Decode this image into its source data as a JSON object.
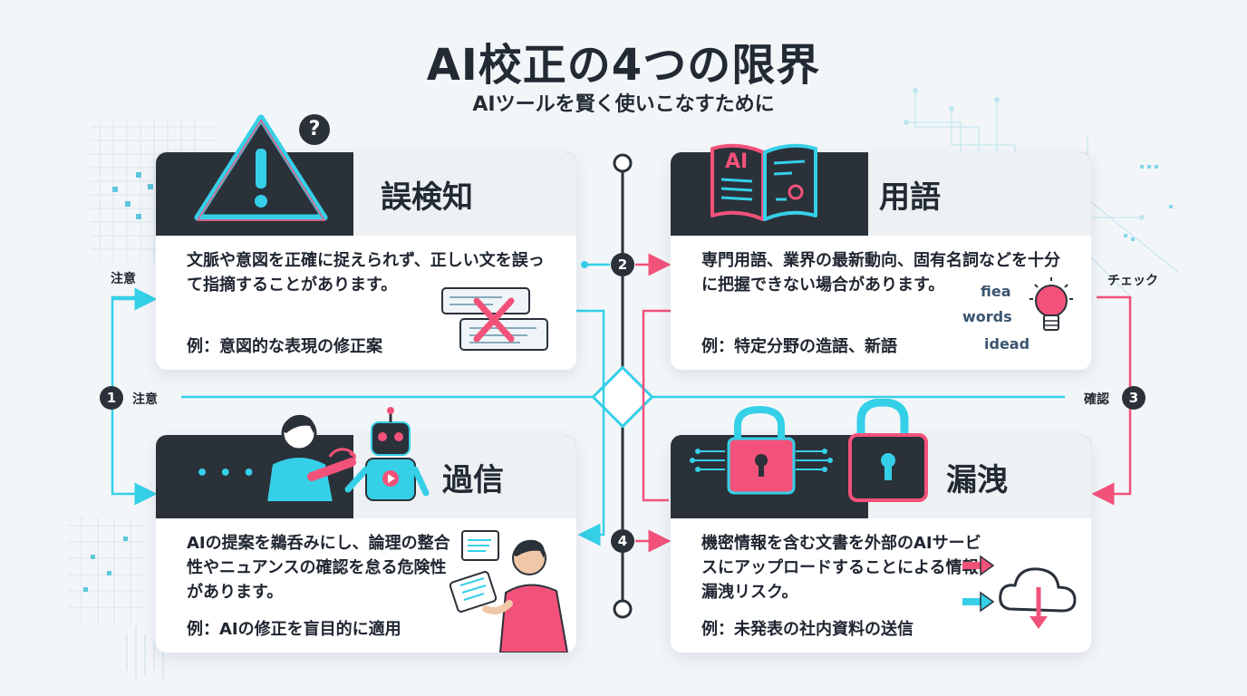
{
  "header": {
    "title": "AI校正の4つの限界",
    "subtitle": "AIツールを賢く使いこなすために"
  },
  "cards": [
    {
      "title": "誤検知",
      "body": "文脈や意図を正確に捉えられず、正しい文を誤って指摘することがあります。",
      "example": "例：意図的な表現の修正案"
    },
    {
      "title": "用語",
      "body": "専門用語、業界の最新動向、固有名詞などを十分に把握できない場合があります。",
      "example": "例：特定分野の造語、新語",
      "illustration_words": [
        "fiea",
        "words",
        "idead"
      ],
      "book_label": "AI"
    },
    {
      "title": "過信",
      "body": "AIの提案を鵜呑みにし、論理の整合性やニュアンスの確認を怠る危険性があります。",
      "example": "例：AIの修正を盲目的に適用",
      "dots": "• • •"
    },
    {
      "title": "漏洩",
      "body": "機密情報を含む文書を外部のAIサービスにアップロードすることによる情報漏洩リスク。",
      "example": "例：未発表の社内資料の送信"
    }
  ],
  "flow": {
    "numbers": [
      "1",
      "2",
      "3",
      "4"
    ],
    "left_labels": [
      "注意",
      "注意"
    ],
    "right_labels": [
      "チェック",
      "確認"
    ],
    "question_mark": "?"
  },
  "colors": {
    "cyan": "#35d0e8",
    "pink": "#f2527a",
    "dark": "#2b3139",
    "text": "#1f2630"
  }
}
